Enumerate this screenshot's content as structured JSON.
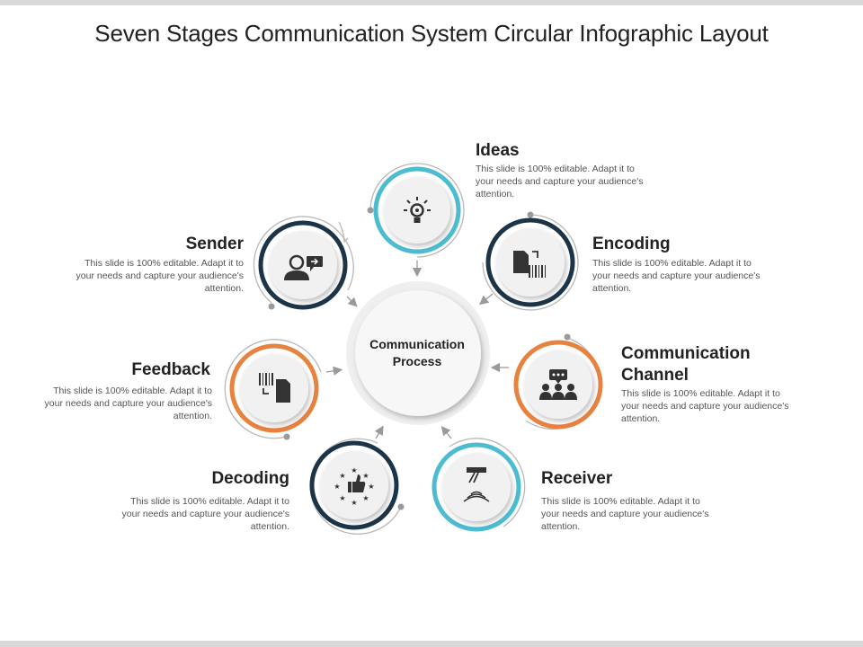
{
  "slide": {
    "title": "Seven Stages Communication System Circular Infographic Layout"
  },
  "center": {
    "label_line1": "Communication",
    "label_line2": "Process"
  },
  "stages": [
    {
      "id": "ideas",
      "title": "Ideas",
      "desc": "This slide is 100% editable. Adapt it to your needs and capture your audience's attention.",
      "color": "#4dbcd0",
      "icon": "lightbulb-icon"
    },
    {
      "id": "encoding",
      "title": "Encoding",
      "desc": "This slide is 100% editable. Adapt it to your needs and capture your audience's attention.",
      "color": "#1c3448",
      "icon": "document-barcode-icon"
    },
    {
      "id": "channel",
      "title_line1": "Communication",
      "title_line2": "Channel",
      "desc": "This slide is 100% editable. Adapt it to your needs and capture your audience's attention.",
      "color": "#e8823f",
      "icon": "group-chat-icon"
    },
    {
      "id": "receiver",
      "title": "Receiver",
      "desc": "This slide is 100% editable. Adapt it to your needs and capture your audience's attention.",
      "color": "#4dbcd0",
      "icon": "signal-receiver-icon"
    },
    {
      "id": "decoding",
      "title": "Decoding",
      "desc": "This slide is 100% editable. Adapt it to your needs and capture your audience's attention.",
      "color": "#1c3448",
      "icon": "thumbs-up-stars-icon"
    },
    {
      "id": "feedback",
      "title": "Feedback",
      "desc": "This slide is 100% editable. Adapt it to your needs and capture your audience's attention.",
      "color": "#e8823f",
      "icon": "barcode-document-icon"
    },
    {
      "id": "sender",
      "title": "Sender",
      "desc": "This slide is 100% editable. Adapt it to your needs and capture your audience's attention.",
      "color": "#1c3448",
      "icon": "person-message-icon"
    }
  ]
}
